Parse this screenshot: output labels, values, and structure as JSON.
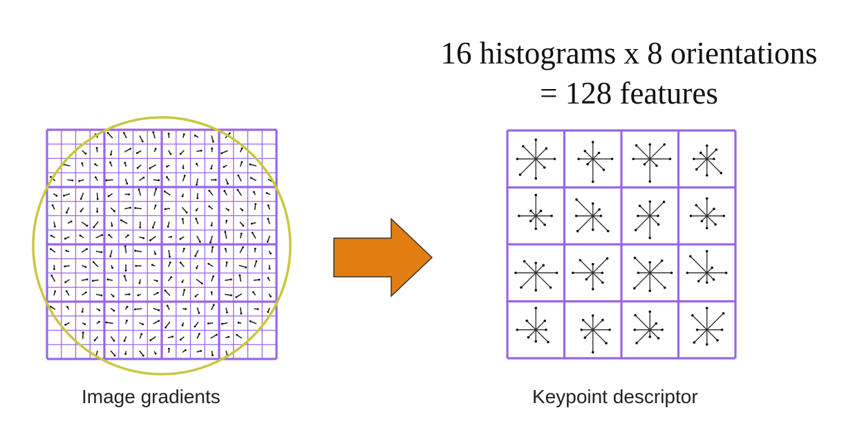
{
  "title": {
    "line1": "16 histograms x 8 orientations",
    "line2": "= 128 features"
  },
  "left_panel": {
    "caption": "Image gradients",
    "grid_cells": 16,
    "block_size": 4,
    "circle_color": "#c9c73e",
    "grid_color": "#9966e6"
  },
  "right_panel": {
    "caption": "Keypoint descriptor",
    "grid_cells": 4,
    "orientations": 8,
    "grid_color": "#9966e6"
  },
  "arrow": {
    "color": "#e07e12",
    "icon": "right-arrow-icon"
  }
}
